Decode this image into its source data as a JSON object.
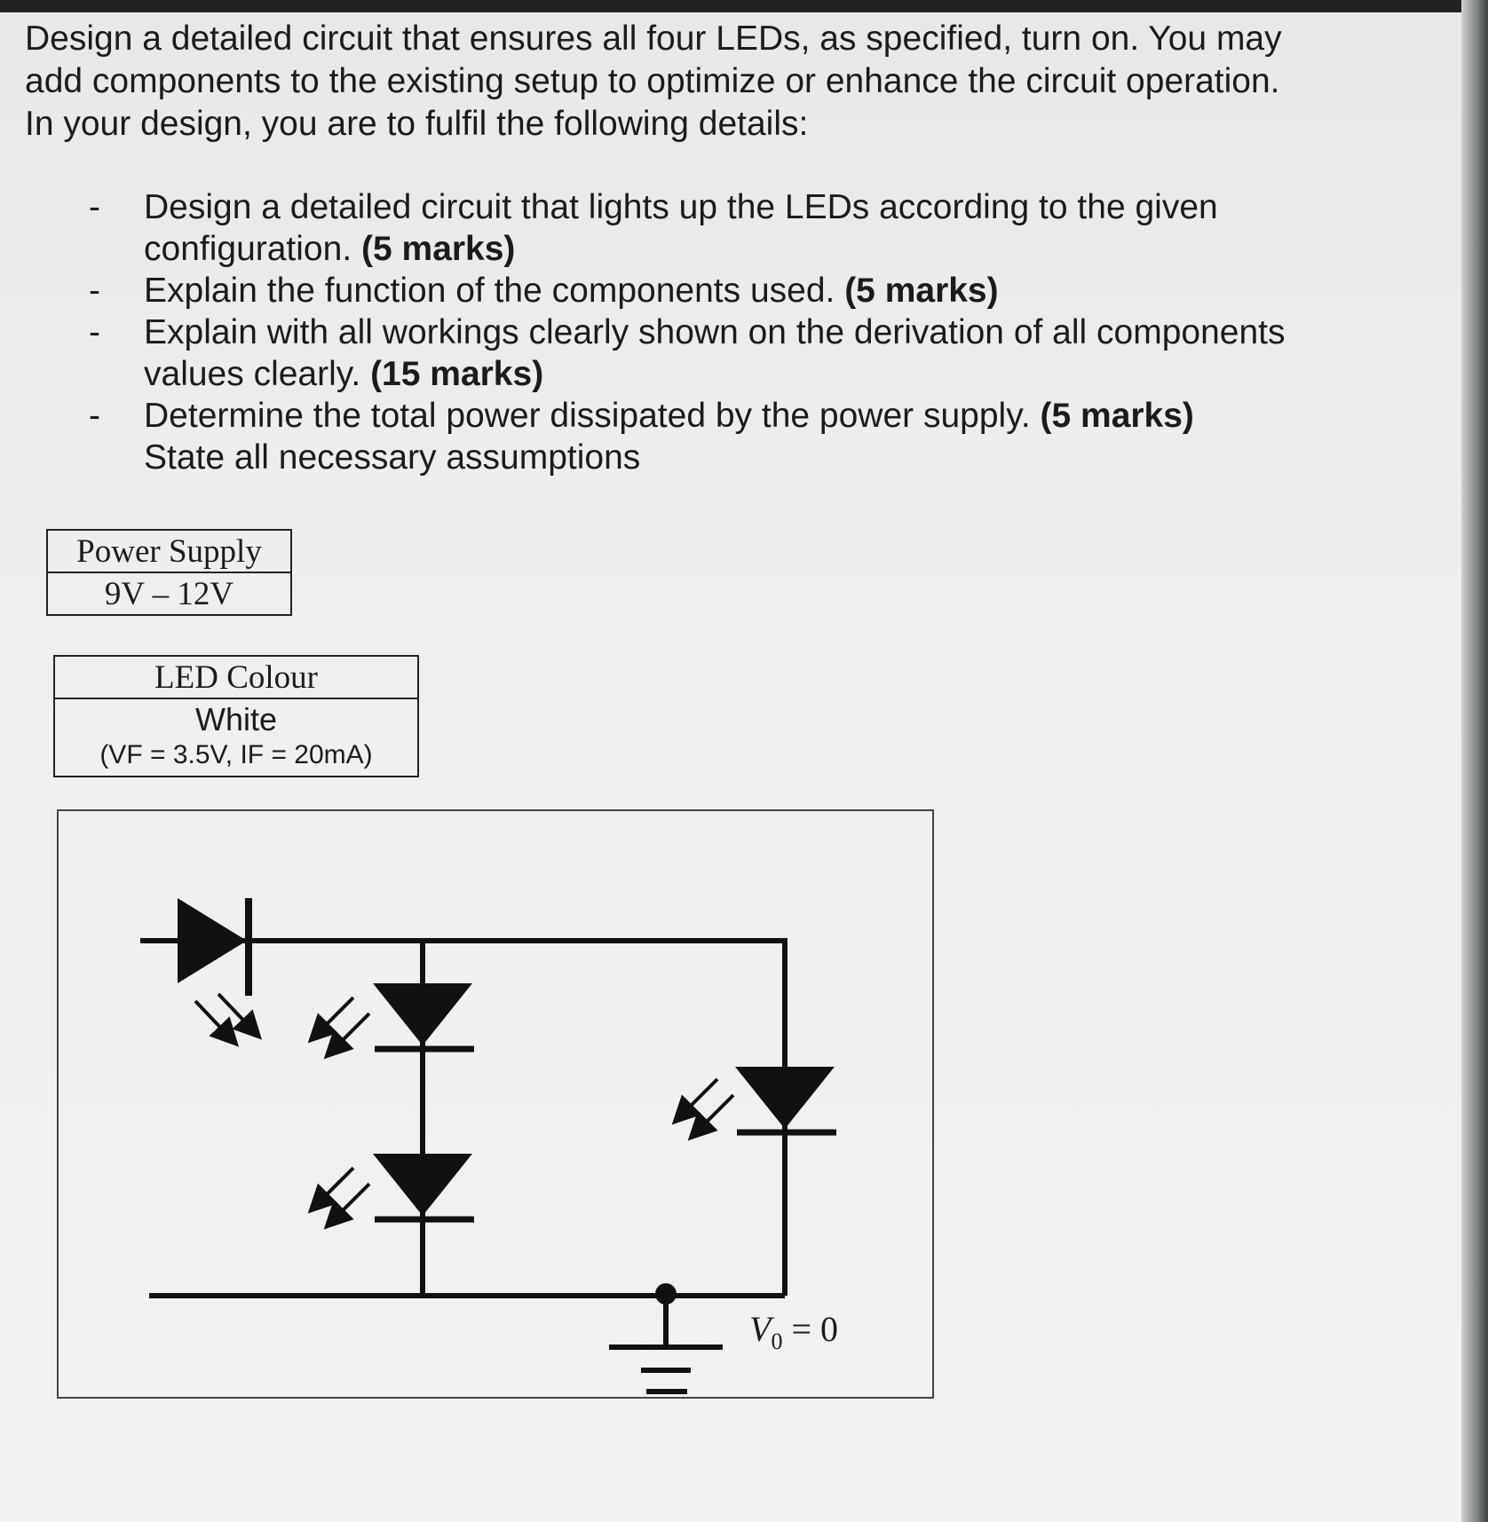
{
  "intro": {
    "line1": "Design a detailed circuit that ensures all four LEDs, as specified, turn on. You may",
    "line2": "add components to the existing setup to optimize or enhance the circuit operation.",
    "line3": "In your design, you are to fulfil the following details:"
  },
  "tasks": [
    {
      "dash": "-",
      "text": "Design a detailed circuit that lights up the LEDs according to the given configuration.",
      "marks": "(5 marks)"
    },
    {
      "dash": "-",
      "text": "Explain the function of the components used.",
      "marks": "(5 marks)"
    },
    {
      "dash": "-",
      "text": "Explain with all workings clearly shown on the derivation of all components values clearly.",
      "marks": "(15 marks)"
    },
    {
      "dash": "-",
      "text": "Determine the total power dissipated by the power supply.",
      "marks": "(5 marks)"
    }
  ],
  "closing": "State all necessary assumptions",
  "power_table": {
    "header": "Power Supply",
    "value": "9V – 12V"
  },
  "led_table": {
    "header": "LED Colour",
    "colour": "White",
    "spec": "(VF = 3.5V, IF = 20mA)"
  },
  "circuit": {
    "ground_label_var": "V",
    "ground_label_sub": "0",
    "ground_label_eq": " = 0",
    "led_count": 4
  }
}
